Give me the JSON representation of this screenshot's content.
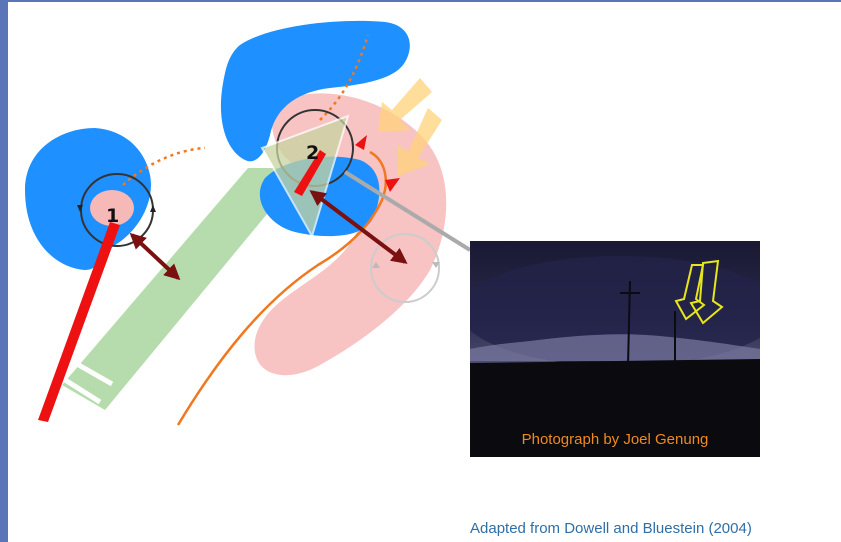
{
  "diagram": {
    "cells": [
      {
        "label": "1"
      },
      {
        "label": "2"
      }
    ]
  },
  "photo": {
    "caption": "Photograph by Joel Genung"
  },
  "credit": "Adapted from Dowell and Bluestein (2004)",
  "colors": {
    "border": "#5a76b8",
    "blue_region": "#1e90ff",
    "pink_region": "#f7b8b8",
    "green_band": "#a9d6a0",
    "red_vortex": "#ee1111",
    "dark_arrow": "#7a1010",
    "orange_line": "#f07820",
    "yellow_arrow": "#ffd27a",
    "caption": "#f08a1e",
    "credit_text": "#2e6fa8"
  }
}
